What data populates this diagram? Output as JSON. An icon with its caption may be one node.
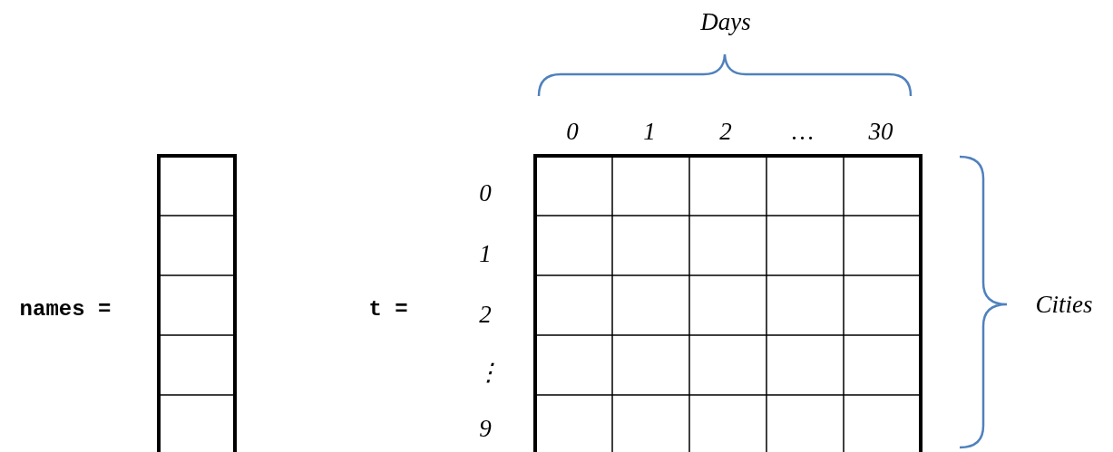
{
  "diagram": {
    "labels": [
      "Days",
      "0",
      "1",
      "2",
      "…",
      "30",
      "names =",
      "t =",
      "0",
      "1",
      "2",
      "⋮",
      "9",
      "Cities"
    ]
  }
}
